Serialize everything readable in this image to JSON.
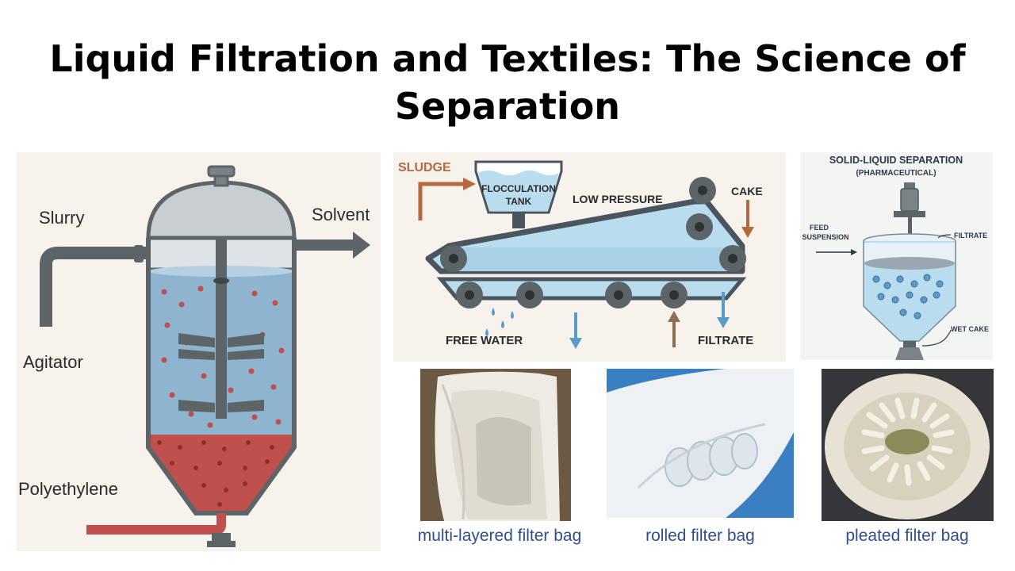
{
  "title": {
    "line1": "Liquid Filtration and Textiles: The Science of",
    "line2": "Separation"
  },
  "vessel_diagram": {
    "labels": {
      "slurry": "Slurry",
      "solvent": "Solvent",
      "agitator": "Agitator",
      "polyethylene": "Polyethylene"
    },
    "colors": {
      "background": "#f7f3ec",
      "liquid": "#8fb4d0",
      "sediment": "#c0504d",
      "metal": "#5c6468",
      "dome": "#c9ced1"
    }
  },
  "belt_press_diagram": {
    "labels": {
      "sludge": "SLUDGE",
      "flocculation_tank": [
        "FLOCCULATION",
        "TANK"
      ],
      "low_pressure": "LOW PRESSURE",
      "cake": "CAKE",
      "free_water": "FREE WATER",
      "filtrate": "FILTRATE"
    },
    "colors": {
      "sludge": "#b56a3b",
      "water": "#b9dcee",
      "belt": "#4a5560",
      "arrow_down": "#5b9bc9",
      "arrow_up": "#8b6f55"
    }
  },
  "separation_diagram": {
    "title": "SOLID-LIQUID SEPARATION",
    "subtitle": "(PHARMACEUTICAL)",
    "labels": {
      "feed_suspension": [
        "FEED",
        "SUSPENSION"
      ],
      "filtrate": "FILTRATE",
      "wet_cake": "WET CAKE"
    }
  },
  "photos": [
    {
      "caption": "multi-layered filter bag"
    },
    {
      "caption": "rolled filter bag"
    },
    {
      "caption": "pleated filter bag"
    }
  ]
}
